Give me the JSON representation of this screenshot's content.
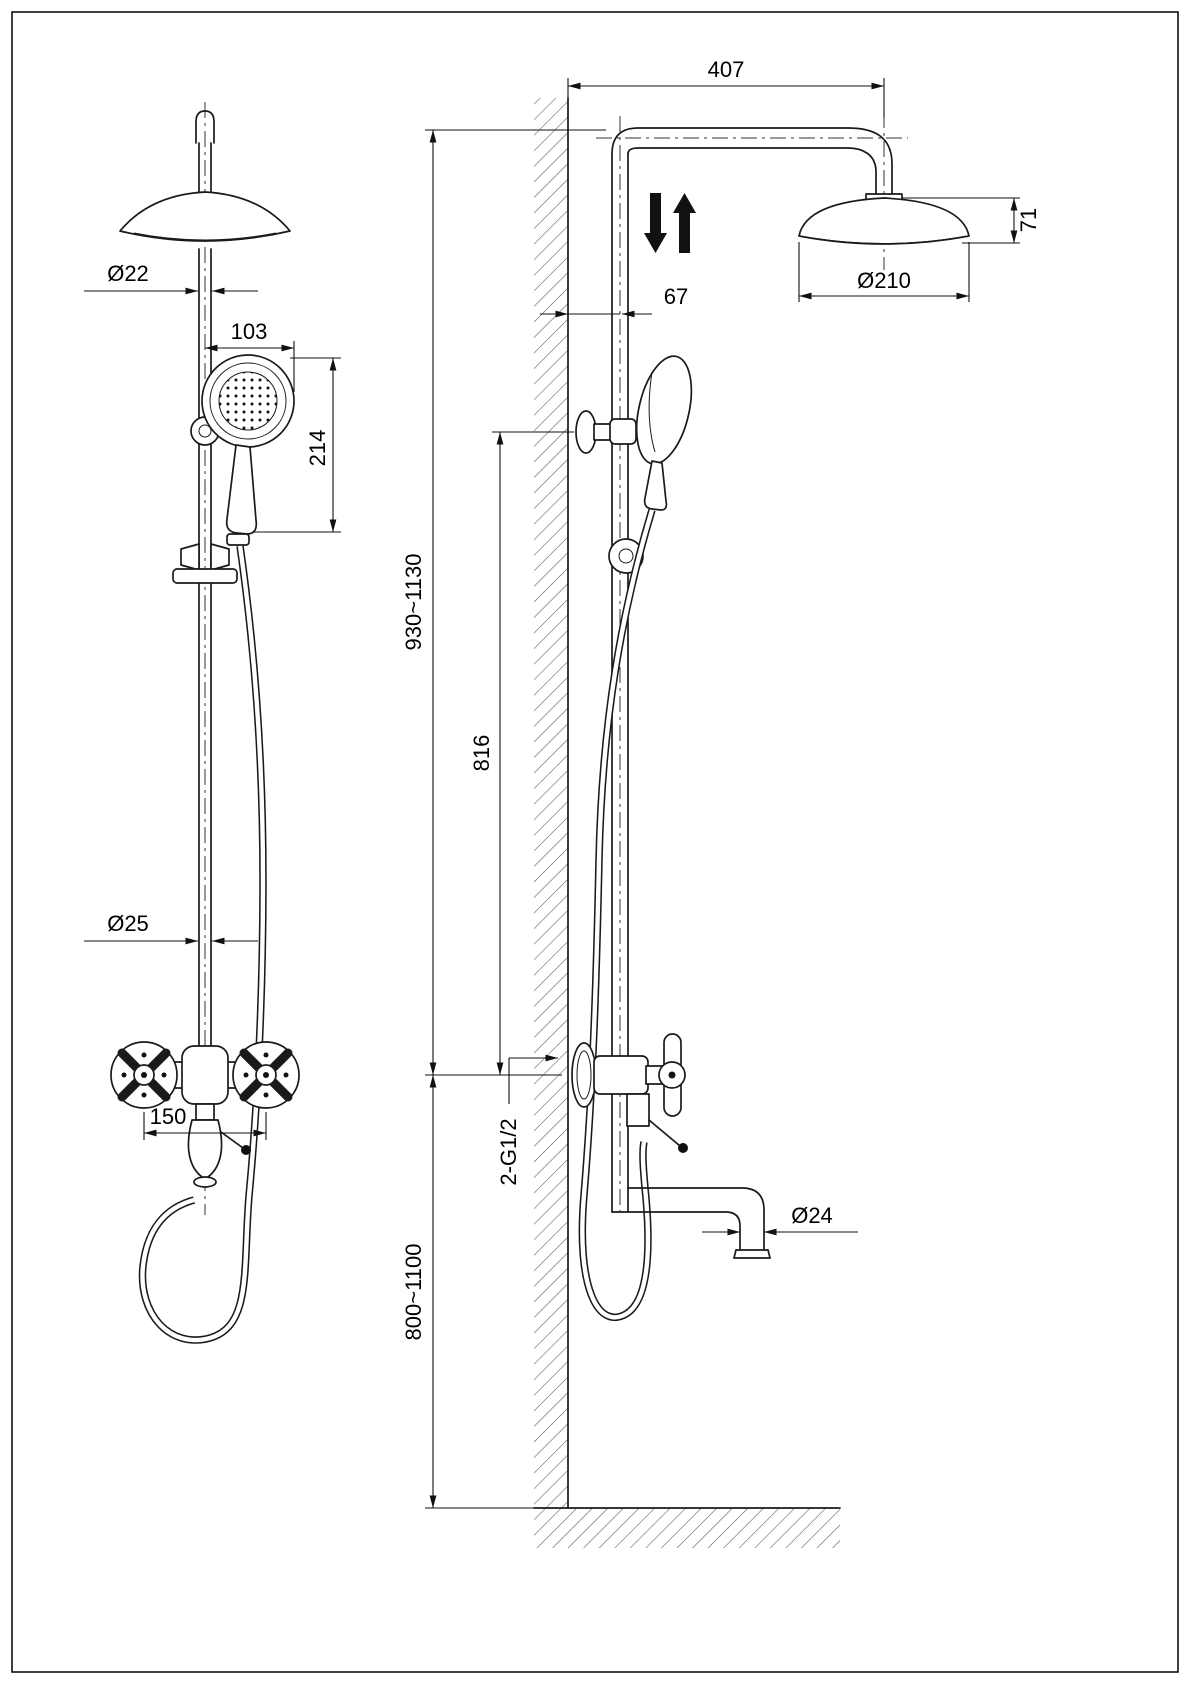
{
  "drawing": {
    "front": {
      "dims": {
        "top_pipe_diameter": "Ø22",
        "handshower_offset": "103",
        "handshower_length": "214",
        "riser_diameter": "Ø25",
        "inlet_spacing": "150"
      }
    },
    "side": {
      "dims": {
        "arm_reach": "407",
        "head_height": "71",
        "head_diameter": "Ø210",
        "wall_offset": "67",
        "riser_height_range": "930~1130",
        "bracket_height": "816",
        "inlet_thread": "2-G1/2",
        "spout_diameter": "Ø24",
        "install_height_range": "800~1100"
      }
    }
  }
}
